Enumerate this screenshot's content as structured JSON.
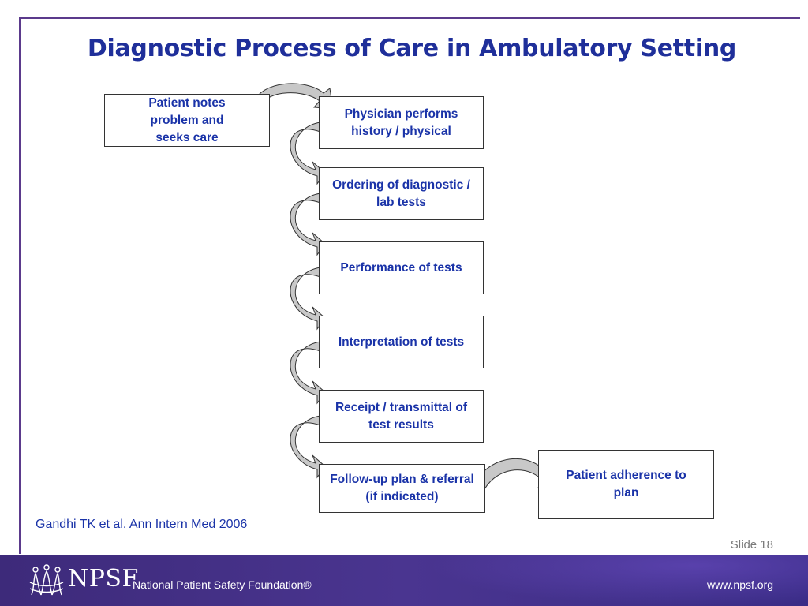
{
  "slide": {
    "title": "Diagnostic Process of Care in Ambulatory Setting",
    "citation": "Gandhi TK et al. Ann Intern Med 2006",
    "slide_number": "Slide 18"
  },
  "flow": {
    "start": "Patient notes problem and seeks care",
    "steps": [
      "Physician performs history / physical",
      "Ordering of diagnostic / lab tests",
      "Performance of tests",
      "Interpretation of tests",
      "Receipt / transmittal of test results",
      "Follow-up plan & referral (if indicated)"
    ],
    "end": "Patient adherence to plan"
  },
  "footer": {
    "logo_text": "NPSF",
    "org_name": "National Patient Safety Foundation®",
    "website": "www.npsf.org"
  },
  "colors": {
    "title": "#1f2f9a",
    "box_text": "#1a33a8",
    "arrow_fill": "#c8c8c8",
    "footer": "#3d2a7a"
  }
}
